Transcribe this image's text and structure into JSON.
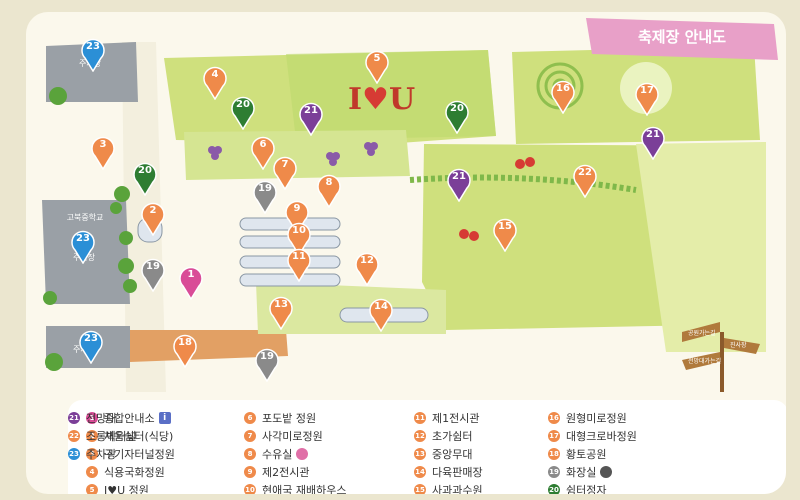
{
  "title": "축제장 안내도",
  "iloveu": {
    "left": "I",
    "right": "U"
  },
  "heart_symbol": "♥",
  "parking_text": "주차장",
  "school_text": "고북중학교",
  "info_symbol": "i",
  "signpost_labels": [
    "공원가는길",
    "진사장",
    "전망대가는길"
  ],
  "colors": {
    "pink": "#d94c97",
    "orange": "#ef8a4a",
    "dark_green": "#2e7d32",
    "purple": "#7b3f98",
    "blue": "#2b8fd6",
    "gray": "#8a8a8a"
  },
  "legend": [
    {
      "num": "1",
      "name": "종합안내소",
      "icon": "info-icon",
      "color": "#d94c97"
    },
    {
      "num": "2",
      "name": "채움쉼터(식당)",
      "icon": "",
      "color": "#ef8a4a"
    },
    {
      "num": "3",
      "name": "구기자터널정원",
      "icon": "",
      "color": "#ef8a4a"
    },
    {
      "num": "4",
      "name": "식용국화정원",
      "icon": "",
      "color": "#ef8a4a"
    },
    {
      "num": "5",
      "name": "I♥U 정원",
      "icon": "",
      "color": "#ef8a4a"
    },
    {
      "num": "6",
      "name": "포도밭 정원",
      "icon": "",
      "color": "#ef8a4a"
    },
    {
      "num": "7",
      "name": "사각미로정원",
      "icon": "",
      "color": "#ef8a4a"
    },
    {
      "num": "8",
      "name": "수유실",
      "icon": "nursing-room-icon",
      "color": "#ef8a4a"
    },
    {
      "num": "9",
      "name": "제2전시관",
      "icon": "",
      "color": "#ef8a4a"
    },
    {
      "num": "10",
      "name": "현애국 재배하우스",
      "icon": "",
      "color": "#ef8a4a"
    },
    {
      "num": "11",
      "name": "제1전시관",
      "icon": "",
      "color": "#ef8a4a"
    },
    {
      "num": "12",
      "name": "초가쉼터",
      "icon": "",
      "color": "#ef8a4a"
    },
    {
      "num": "13",
      "name": "중앙무대",
      "icon": "",
      "color": "#ef8a4a"
    },
    {
      "num": "14",
      "name": "다육판매장",
      "icon": "",
      "color": "#ef8a4a"
    },
    {
      "num": "15",
      "name": "사과과수원",
      "icon": "",
      "color": "#ef8a4a"
    },
    {
      "num": "16",
      "name": "원형미로정원",
      "icon": "",
      "color": "#ef8a4a"
    },
    {
      "num": "17",
      "name": "대형크로바정원",
      "icon": "",
      "color": "#ef8a4a"
    },
    {
      "num": "18",
      "name": "황토공원",
      "icon": "",
      "color": "#ef8a4a"
    },
    {
      "num": "19",
      "name": "화장실",
      "icon": "restroom-icon",
      "color": "#8a8a8a"
    },
    {
      "num": "20",
      "name": "쉼터정자",
      "icon": "",
      "color": "#2e7d32"
    },
    {
      "num": "21",
      "name": "전망대",
      "icon": "",
      "color": "#7b3f98"
    },
    {
      "num": "22",
      "name": "조롱박터널",
      "icon": "",
      "color": "#ef8a4a"
    },
    {
      "num": "23",
      "name": "주차장",
      "icon": "",
      "color": "#2b8fd6"
    }
  ],
  "markers": [
    {
      "num": "23",
      "kind": "parking"
    },
    {
      "num": "5",
      "kind": "attraction"
    },
    {
      "num": "4",
      "kind": "attraction"
    },
    {
      "num": "20",
      "kind": "pavilion"
    },
    {
      "num": "21",
      "kind": "observatory"
    },
    {
      "num": "20",
      "kind": "pavilion"
    },
    {
      "num": "16",
      "kind": "attraction"
    },
    {
      "num": "17",
      "kind": "attraction"
    },
    {
      "num": "3",
      "kind": "attraction"
    },
    {
      "num": "6",
      "kind": "attraction"
    },
    {
      "num": "21",
      "kind": "observatory"
    },
    {
      "num": "20",
      "kind": "pavilion"
    },
    {
      "num": "7",
      "kind": "attraction"
    },
    {
      "num": "8",
      "kind": "attraction"
    },
    {
      "num": "22",
      "kind": "attraction"
    },
    {
      "num": "21",
      "kind": "observatory"
    },
    {
      "num": "2",
      "kind": "attraction"
    },
    {
      "num": "19",
      "kind": "restroom"
    },
    {
      "num": "9",
      "kind": "attraction"
    },
    {
      "num": "10",
      "kind": "attraction"
    },
    {
      "num": "15",
      "kind": "attraction"
    },
    {
      "num": "23",
      "kind": "parking"
    },
    {
      "num": "11",
      "kind": "attraction"
    },
    {
      "num": "19",
      "kind": "restroom"
    },
    {
      "num": "12",
      "kind": "attraction"
    },
    {
      "num": "1",
      "kind": "info"
    },
    {
      "num": "13",
      "kind": "attraction"
    },
    {
      "num": "14",
      "kind": "attraction"
    },
    {
      "num": "23",
      "kind": "parking"
    },
    {
      "num": "18",
      "kind": "attraction"
    },
    {
      "num": "19",
      "kind": "restroom"
    }
  ]
}
